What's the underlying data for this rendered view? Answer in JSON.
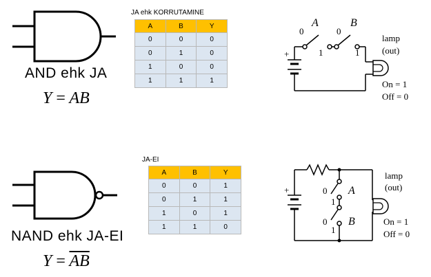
{
  "and_gate": {
    "label": "AND ehk JA",
    "formula_lhs": "Y",
    "formula_rhs": "AB",
    "table_title": "JA ehk KORRUTAMINE",
    "columns": [
      "A",
      "B",
      "Y"
    ],
    "rows": [
      [
        "0",
        "0",
        "0"
      ],
      [
        "0",
        "1",
        "0"
      ],
      [
        "1",
        "0",
        "0"
      ],
      [
        "1",
        "1",
        "1"
      ]
    ]
  },
  "nand_gate": {
    "label": "NAND ehk JA-EI",
    "formula_lhs": "Y",
    "formula_rhs": "AB",
    "table_title": "JA-EI",
    "columns": [
      "A",
      "B",
      "Y"
    ],
    "rows": [
      [
        "0",
        "0",
        "1"
      ],
      [
        "0",
        "1",
        "1"
      ],
      [
        "1",
        "0",
        "1"
      ],
      [
        "1",
        "1",
        "0"
      ]
    ]
  },
  "and_circuit": {
    "switch_a": "A",
    "switch_b": "B",
    "pos_0": "0",
    "pos_1": "1",
    "plus": "+",
    "lamp_label": "lamp",
    "lamp_out": "(out)",
    "on_text": "On = 1",
    "off_text": "Off = 0"
  },
  "nand_circuit": {
    "switch_a": "A",
    "switch_b": "B",
    "pos_0": "0",
    "pos_1": "1",
    "plus": "+",
    "lamp_label": "lamp",
    "lamp_out": "(out)",
    "on_text": "On = 1",
    "off_text": "Off = 0"
  }
}
